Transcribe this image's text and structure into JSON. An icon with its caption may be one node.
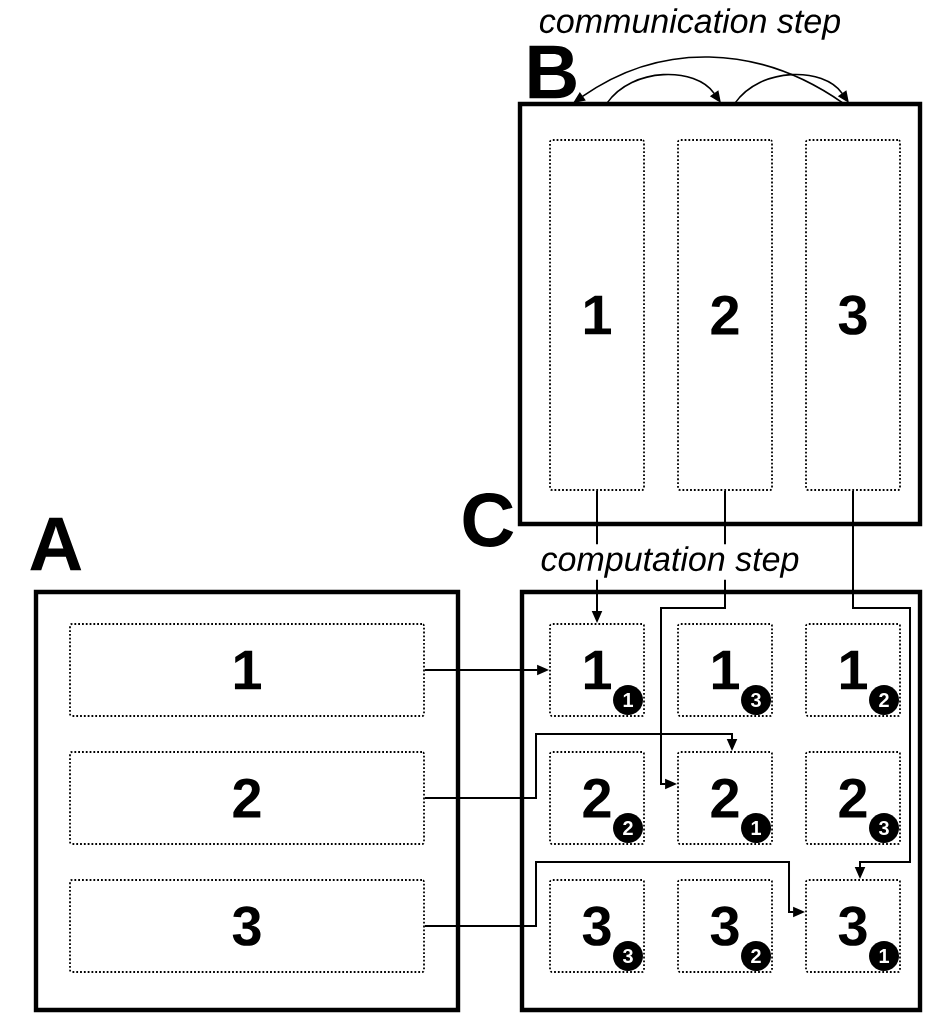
{
  "diagram": {
    "nodes": [
      {
        "text": [
          "A"
        ]
      },
      {
        "text": [
          "1"
        ],
        "in": 0
      },
      {
        "text": [
          "2"
        ],
        "in": 0
      },
      {
        "text": [
          "3"
        ],
        "in": 0
      },
      {
        "text": [
          "B"
        ]
      },
      {
        "text": [
          "1"
        ],
        "in": 4
      },
      {
        "text": [
          "2"
        ],
        "in": 4
      },
      {
        "text": [
          "3"
        ],
        "in": 4
      },
      {
        "text": [
          "C"
        ]
      },
      {
        "text": [
          "1",
          "1"
        ],
        "in": 8
      },
      {
        "text": [
          "1",
          "3"
        ],
        "in": 8
      },
      {
        "text": [
          "1",
          "2"
        ],
        "in": 8
      },
      {
        "text": [
          "2",
          "2"
        ],
        "in": 8
      },
      {
        "text": [
          "2",
          "1"
        ],
        "in": 8
      },
      {
        "text": [
          "2",
          "3"
        ],
        "in": 8
      },
      {
        "text": [
          "3",
          "3"
        ],
        "in": 8
      },
      {
        "text": [
          "3",
          "2"
        ],
        "in": 8
      },
      {
        "text": [
          "3",
          "1"
        ],
        "in": 8
      }
    ],
    "edges": [
      {
        "from": 1,
        "to": 9,
        "arrow": "to"
      },
      {
        "from": 2,
        "to": 13,
        "arrow": "to"
      },
      {
        "from": 3,
        "to": 17,
        "arrow": "to"
      },
      {
        "from": 5,
        "to": 9,
        "arrow": "to"
      },
      {
        "from": 6,
        "to": 13,
        "arrow": "to"
      },
      {
        "from": 7,
        "to": 17,
        "arrow": "to"
      },
      {
        "from": 5,
        "to": 6,
        "arrow": "to"
      },
      {
        "from": 6,
        "to": 7,
        "arrow": "to"
      },
      {
        "from": 7,
        "to": 5,
        "arrow": "to"
      }
    ],
    "labels": [
      "communication step",
      "computation step"
    ]
  }
}
